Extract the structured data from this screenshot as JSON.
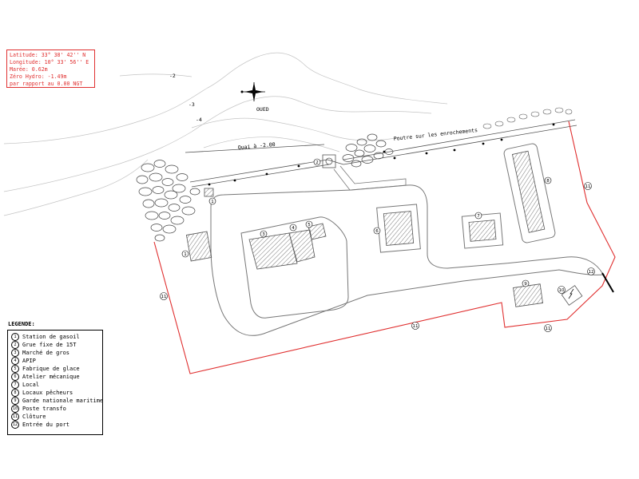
{
  "coordinates": {
    "latitude": "Latitude: 33° 38' 42'' N",
    "longitude": "Longitude: 10° 33' 56'' E",
    "tide": "Marée: 0.62m",
    "hydro_zero": "Zéro Hydro: -1.49m",
    "reference": "par rapport au 0.00 NGT"
  },
  "labels": {
    "oued": "OUED",
    "quai": "Quai à -2.00",
    "poutre": "Poutre sur les enrochements",
    "depth_2": "-2",
    "depth_3": "-3",
    "depth_4": "-4"
  },
  "legend": {
    "title": "LEGENDE:",
    "items": [
      {
        "number": "1",
        "label": "Station de gasoil"
      },
      {
        "number": "2",
        "label": "Grue fixe de 15T"
      },
      {
        "number": "3",
        "label": "Marché de gros"
      },
      {
        "number": "4",
        "label": "APIP"
      },
      {
        "number": "5",
        "label": "Fabrique de glace"
      },
      {
        "number": "6",
        "label": "Atelier mécanique"
      },
      {
        "number": "7",
        "label": "Local"
      },
      {
        "number": "8",
        "label": "Locaux pêcheurs"
      },
      {
        "number": "9",
        "label": "Garde nationale maritime"
      },
      {
        "number": "10",
        "label": "Poste transfo"
      },
      {
        "number": "11",
        "label": "Clôture"
      },
      {
        "number": "12",
        "label": "Entrée du port"
      }
    ]
  },
  "markers": {
    "m1a": "1",
    "m1b": "1",
    "m2": "2",
    "m3": "3",
    "m4": "4",
    "m5": "5",
    "m6": "6",
    "m7": "7",
    "m8": "8",
    "m9": "9",
    "m10": "10",
    "m11a": "11",
    "m11b": "11",
    "m11c": "11",
    "m11d": "11",
    "m12": "12"
  },
  "colors": {
    "fence": "#e03030",
    "text_red": "#e03030",
    "line": "#555555",
    "contour": "#bbbbbb"
  }
}
